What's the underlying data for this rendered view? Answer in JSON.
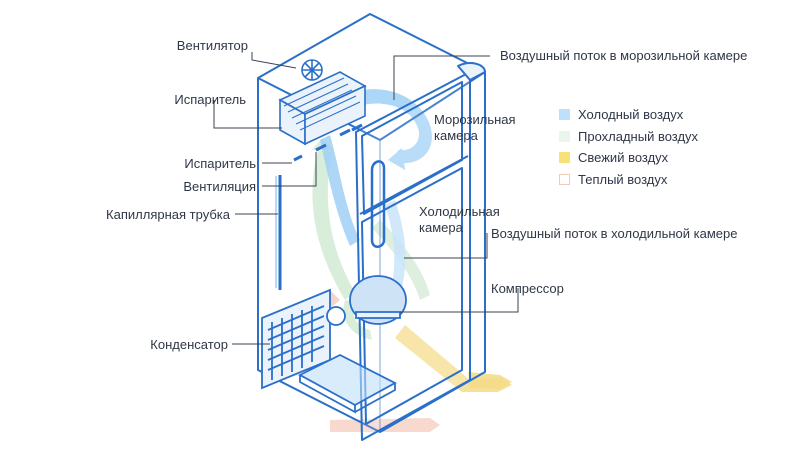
{
  "labels": {
    "fan": "Вентилятор",
    "evaporator_top": "Испаритель",
    "evaporator_mid": "Испаритель",
    "ventilation": "Вентиляция",
    "capillary_tube": "Капиллярная трубка",
    "condenser": "Конденсатор",
    "freezer_airflow": "Воздушный поток в морозильной камере",
    "freezer_line1": "Морозильная",
    "freezer_line2": "камера",
    "fridge_line1": "Холодильная",
    "fridge_line2": "камера",
    "fridge_airflow": "Воздушный поток в холодильной камере",
    "compressor": "Компрессор"
  },
  "legend": [
    {
      "label": "Холодный воздух",
      "color": "#bfe0fa"
    },
    {
      "label": "Прохладный воздух",
      "color": "#eaf5ec"
    },
    {
      "label": "Свежий воздух",
      "color": "#f7e27a"
    },
    {
      "label": "Теплый воздух",
      "color": "#fbe3d8"
    }
  ],
  "colors": {
    "outline": "#2a6fc9",
    "cold": "#9fd0f6",
    "cool": "#cfe9d2",
    "fresh": "#f4dc8a",
    "warm": "#f6cfc4",
    "leader": "#3b4350"
  }
}
